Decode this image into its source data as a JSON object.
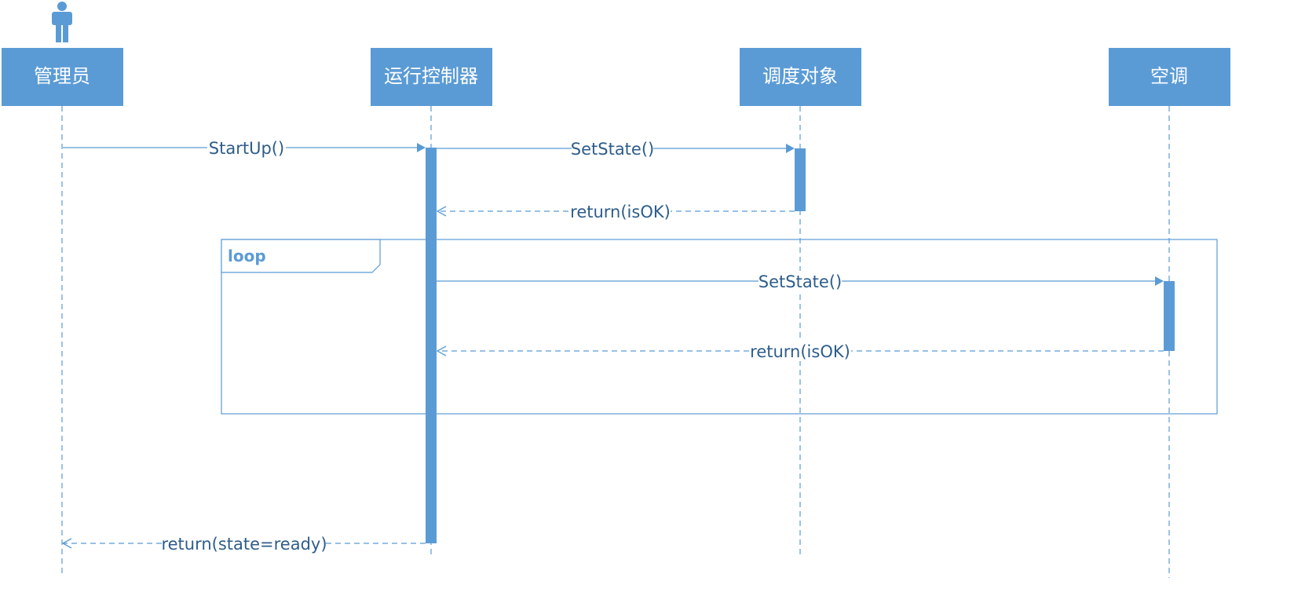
{
  "colors": {
    "primary": "#5b9bd5",
    "text": "#2e5d8a",
    "background": "#ffffff"
  },
  "icons": {
    "actor": "person-icon"
  },
  "lifelines": [
    {
      "title": "管理员"
    },
    {
      "title": "运行控制器"
    },
    {
      "title": "调度对象"
    },
    {
      "title": "空调"
    }
  ],
  "loop": {
    "label": "loop"
  },
  "messages": [
    {
      "label": "StartUp()"
    },
    {
      "label": "SetState()"
    },
    {
      "label": "return(isOK)"
    },
    {
      "label": "SetState()"
    },
    {
      "label": "return(isOK)"
    },
    {
      "label": "return(state=ready)"
    }
  ]
}
